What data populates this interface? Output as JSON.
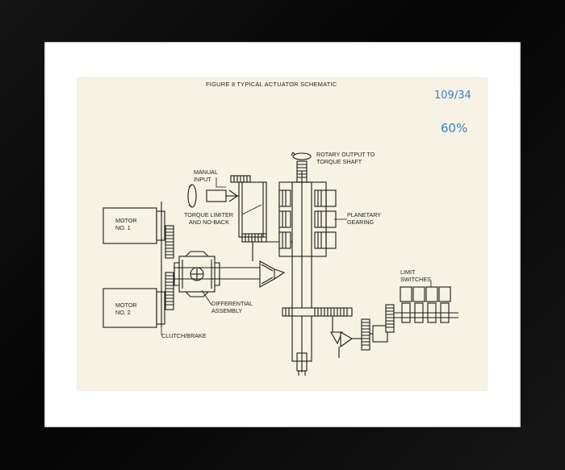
{
  "title": "FIGURE 8 TYPICAL ACTUATOR SCHEMATIC",
  "handwritten": {
    "ref": "109/34",
    "note": "60%"
  },
  "labels": {
    "motor1_line1": "MOTOR",
    "motor1_line2": "NO. 1",
    "motor2_line1": "MOTOR",
    "motor2_line2": "NO. 2",
    "manual_input_line1": "MANUAL",
    "manual_input_line2": "INPUT",
    "rotary_output_line1": "ROTARY OUTPUT TO",
    "rotary_output_line2": "TORQUE SHAFT",
    "torque_limiter_line1": "TORQUE LIMITER",
    "torque_limiter_line2": "AND NO-BACK",
    "planetary_line1": "PLANETARY",
    "planetary_line2": "GEARING",
    "differential_line1": "DIFFERENTIAL",
    "differential_line2": "ASSEMBLY",
    "limit_switches_line1": "LIMIT",
    "limit_switches_line2": "SWITCHES",
    "clutch_brake": "CLUTCH/BRAKE"
  }
}
